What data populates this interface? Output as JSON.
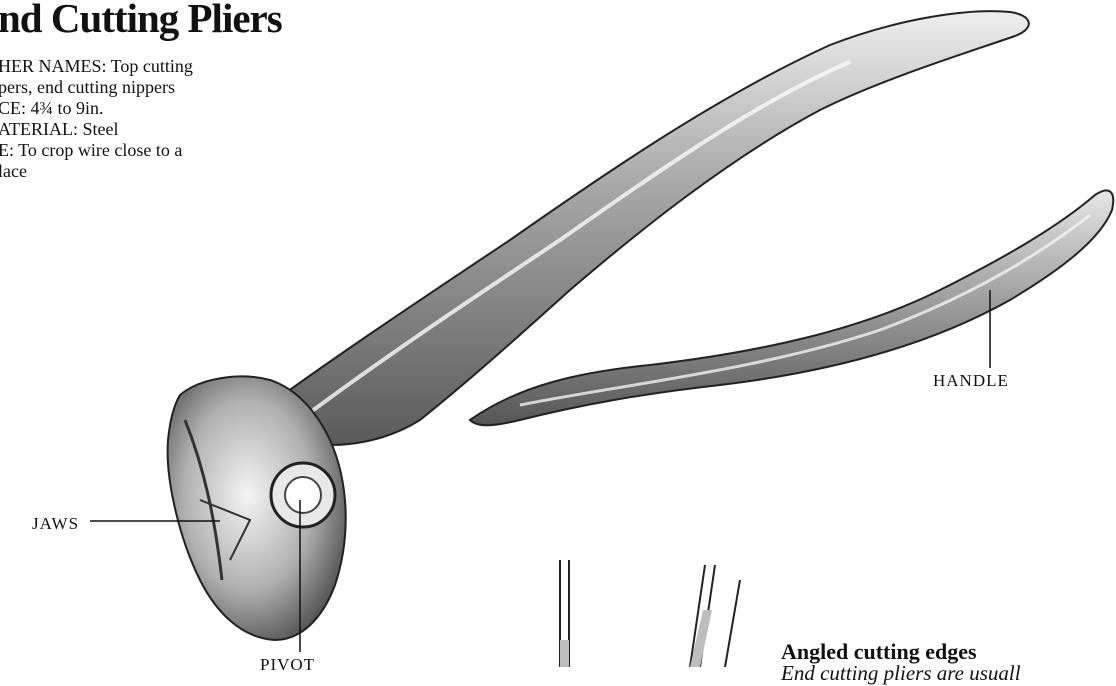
{
  "title": "nd Cutting Pliers",
  "specs": [
    "HER NAMES: Top cutting",
    "pers, end cutting nippers",
    "CE: 4¾ to 9in.",
    "ATERIAL: Steel",
    "E: To crop wire close to a",
    "lace"
  ],
  "labels": {
    "handle": "HANDLE",
    "jaws": "JAWS",
    "pivot": "PIVOT"
  },
  "caption": {
    "title": "Angled cutting edges",
    "text": "End cutting pliers are usuall"
  },
  "colors": {
    "ink": "#111111",
    "steel_light": "#d9d9d9",
    "steel_mid": "#9a9a9a",
    "steel_dark": "#4a4a4a"
  }
}
